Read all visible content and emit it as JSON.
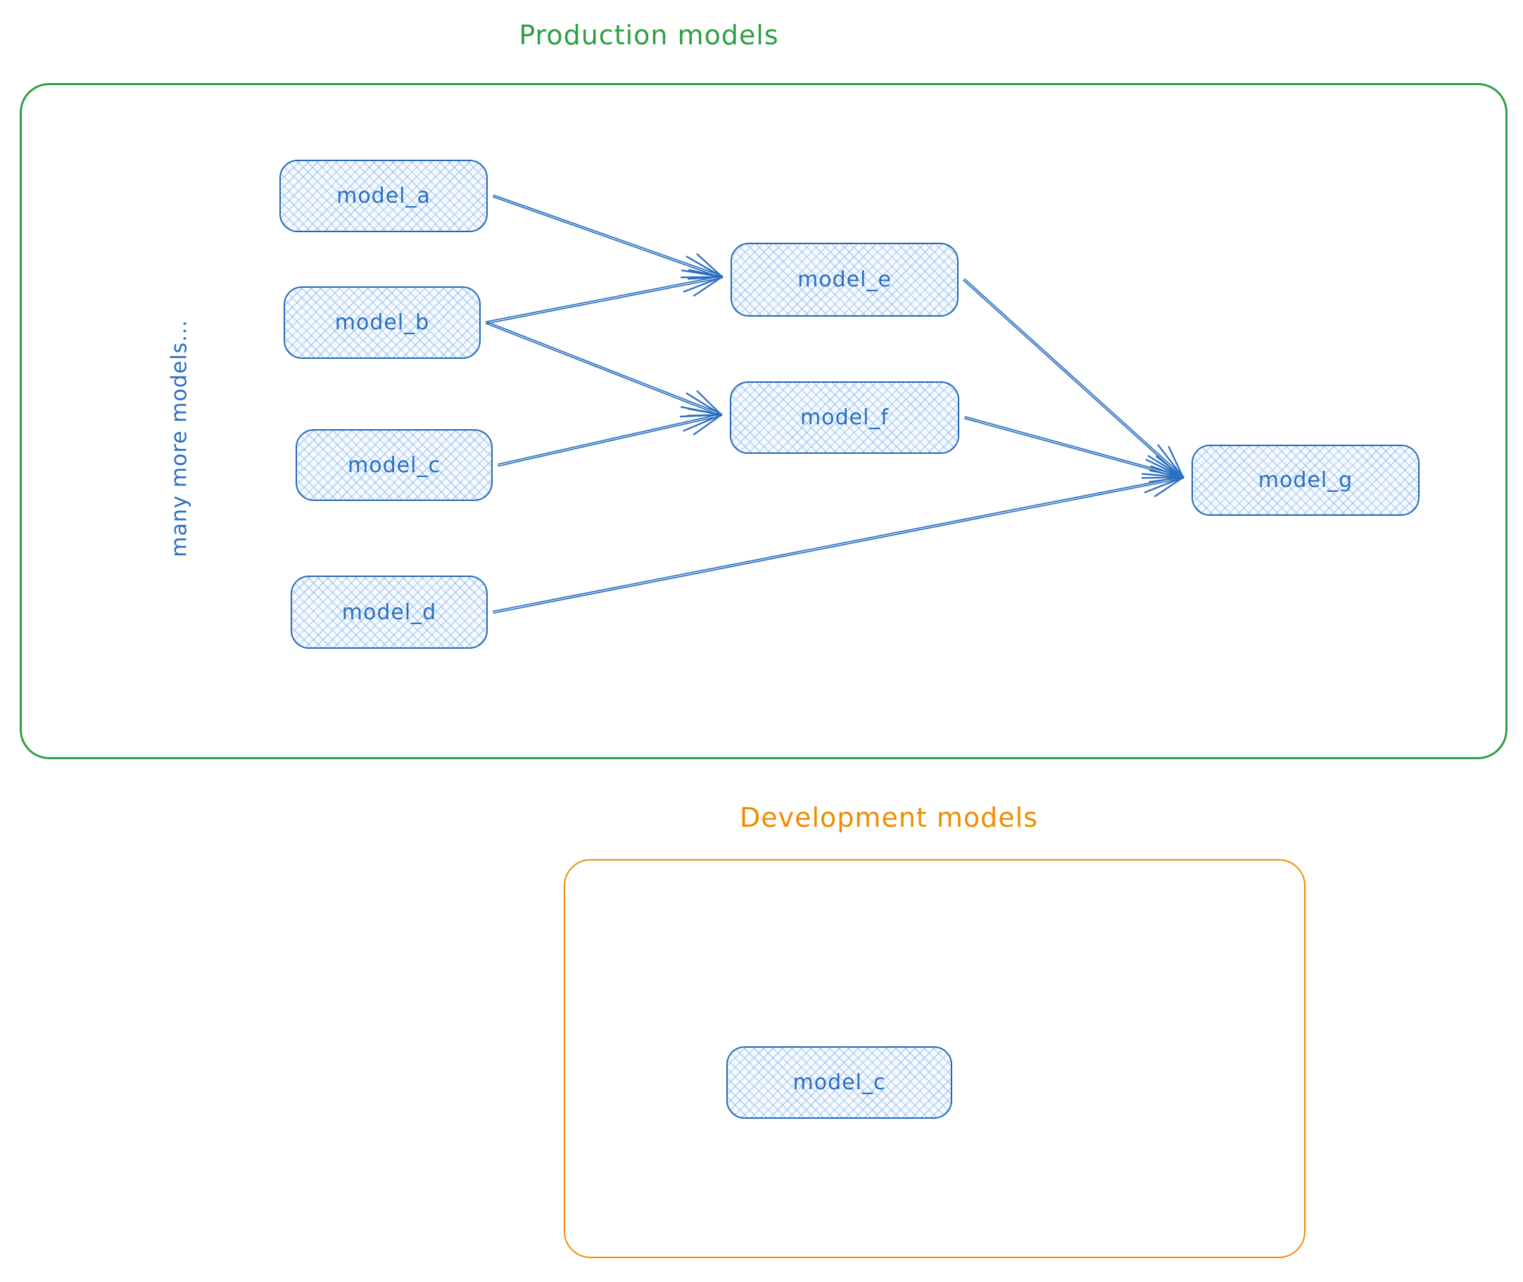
{
  "diagram": {
    "production": {
      "title": "Production models",
      "accent_color": "#2f9e44",
      "side_note": "many more models...",
      "nodes": [
        {
          "id": "model_a",
          "label": "model_a"
        },
        {
          "id": "model_b",
          "label": "model_b"
        },
        {
          "id": "model_c",
          "label": "model_c"
        },
        {
          "id": "model_d",
          "label": "model_d"
        },
        {
          "id": "model_e",
          "label": "model_e"
        },
        {
          "id": "model_f",
          "label": "model_f"
        },
        {
          "id": "model_g",
          "label": "model_g"
        }
      ]
    },
    "development": {
      "title": "Development models",
      "accent_color": "#f08c00",
      "nodes": [
        {
          "id": "model_c_dev",
          "label": "model_c"
        }
      ]
    },
    "node_style": {
      "stroke": "#2a6fc0",
      "fill_tint": "#dcebfa"
    },
    "edges": [
      {
        "from": "model_a",
        "to": "model_e"
      },
      {
        "from": "model_b",
        "to": "model_e"
      },
      {
        "from": "model_b",
        "to": "model_f"
      },
      {
        "from": "model_c",
        "to": "model_f"
      },
      {
        "from": "model_e",
        "to": "model_g"
      },
      {
        "from": "model_f",
        "to": "model_g"
      },
      {
        "from": "model_d",
        "to": "model_g"
      }
    ]
  }
}
